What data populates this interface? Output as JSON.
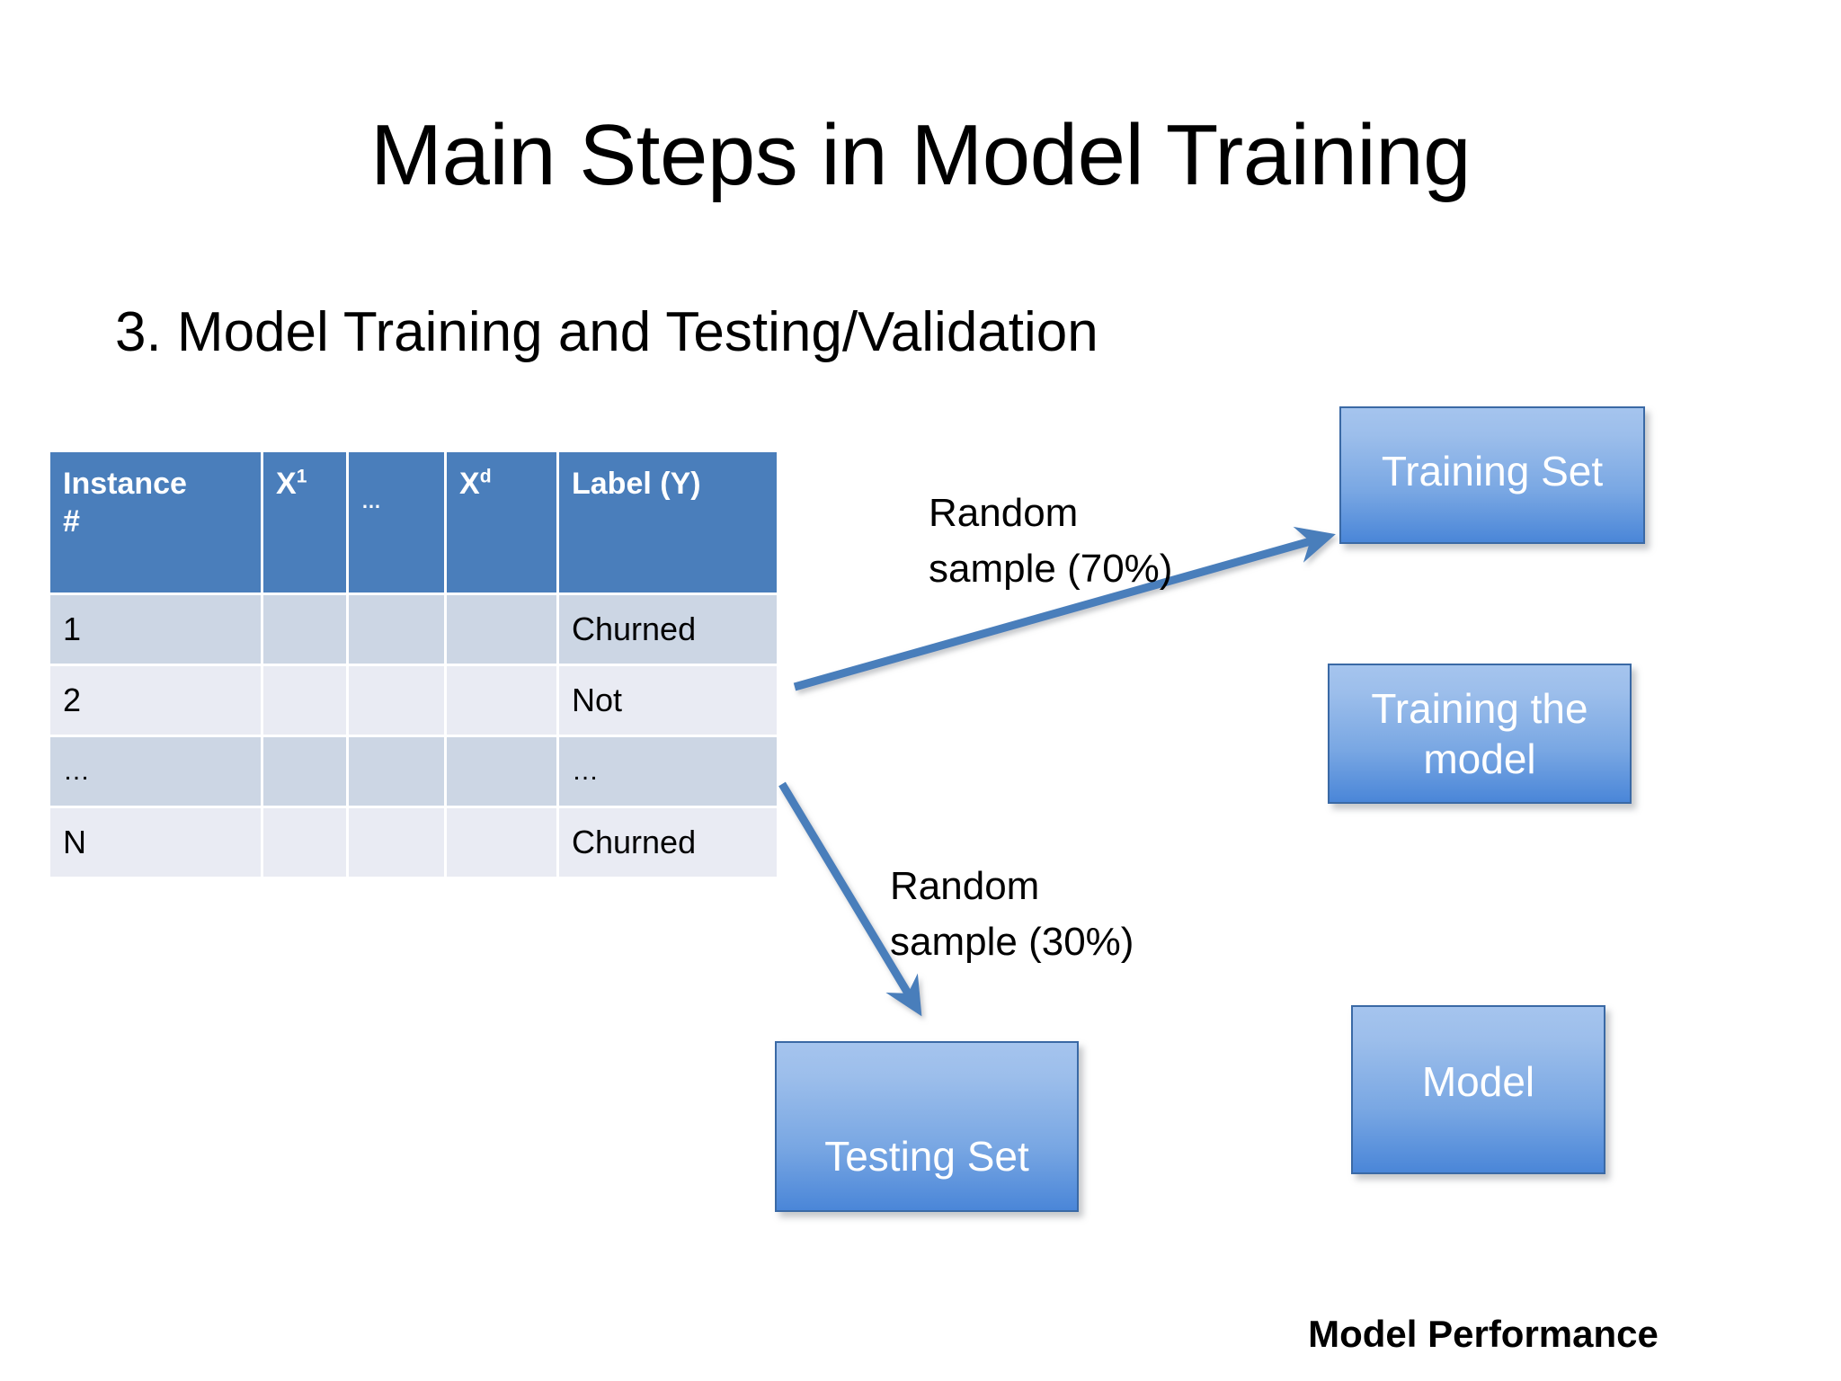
{
  "slide": {
    "title": "Main Steps in Model Training",
    "subtitle": "3. Model Training and Testing/Validation"
  },
  "table": {
    "headers": [
      {
        "text": "Instance\n#",
        "line1": "Instance",
        "line2": "#"
      },
      {
        "text": "X1",
        "base": "X",
        "sup": "1"
      },
      {
        "text": "…"
      },
      {
        "text": "Xd",
        "base": "X",
        "sup": "d"
      },
      {
        "text": "Label (Y)"
      }
    ],
    "rows": [
      {
        "instance": "1",
        "x1": "",
        "dots": "",
        "xd": "",
        "label": "Churned"
      },
      {
        "instance": "2",
        "x1": "",
        "dots": "",
        "xd": "",
        "label": "Not"
      },
      {
        "instance": "…",
        "x1": "",
        "dots": "",
        "xd": "",
        "label": "…"
      },
      {
        "instance": "N",
        "x1": "",
        "dots": "",
        "xd": "",
        "label": "Churned"
      }
    ]
  },
  "diagram": {
    "boxes": {
      "training_set": "Training Set",
      "training_model": "Training the\nmodel",
      "training_model_line1": "Training the",
      "training_model_line2": "model",
      "model": "Model",
      "testing_set": "Testing Set"
    },
    "labels": {
      "random_70_line1": "Random",
      "random_70_line2": "sample (70%)",
      "random_30_line1": "Random",
      "random_30_line2": "sample (30%)",
      "model_performance": "Model Performance"
    },
    "colors": {
      "box_fill_top": "#a5c4ee",
      "box_fill_bottom": "#4a86d8",
      "box_border": "#3a69a5",
      "arrow": "#4a7ebb",
      "table_header_bg": "#4a7ebb",
      "table_row_band_a": "#ccd6e4",
      "table_row_band_b": "#e9ebf3",
      "text_dark": "#000000",
      "text_light": "#ffffff"
    }
  }
}
